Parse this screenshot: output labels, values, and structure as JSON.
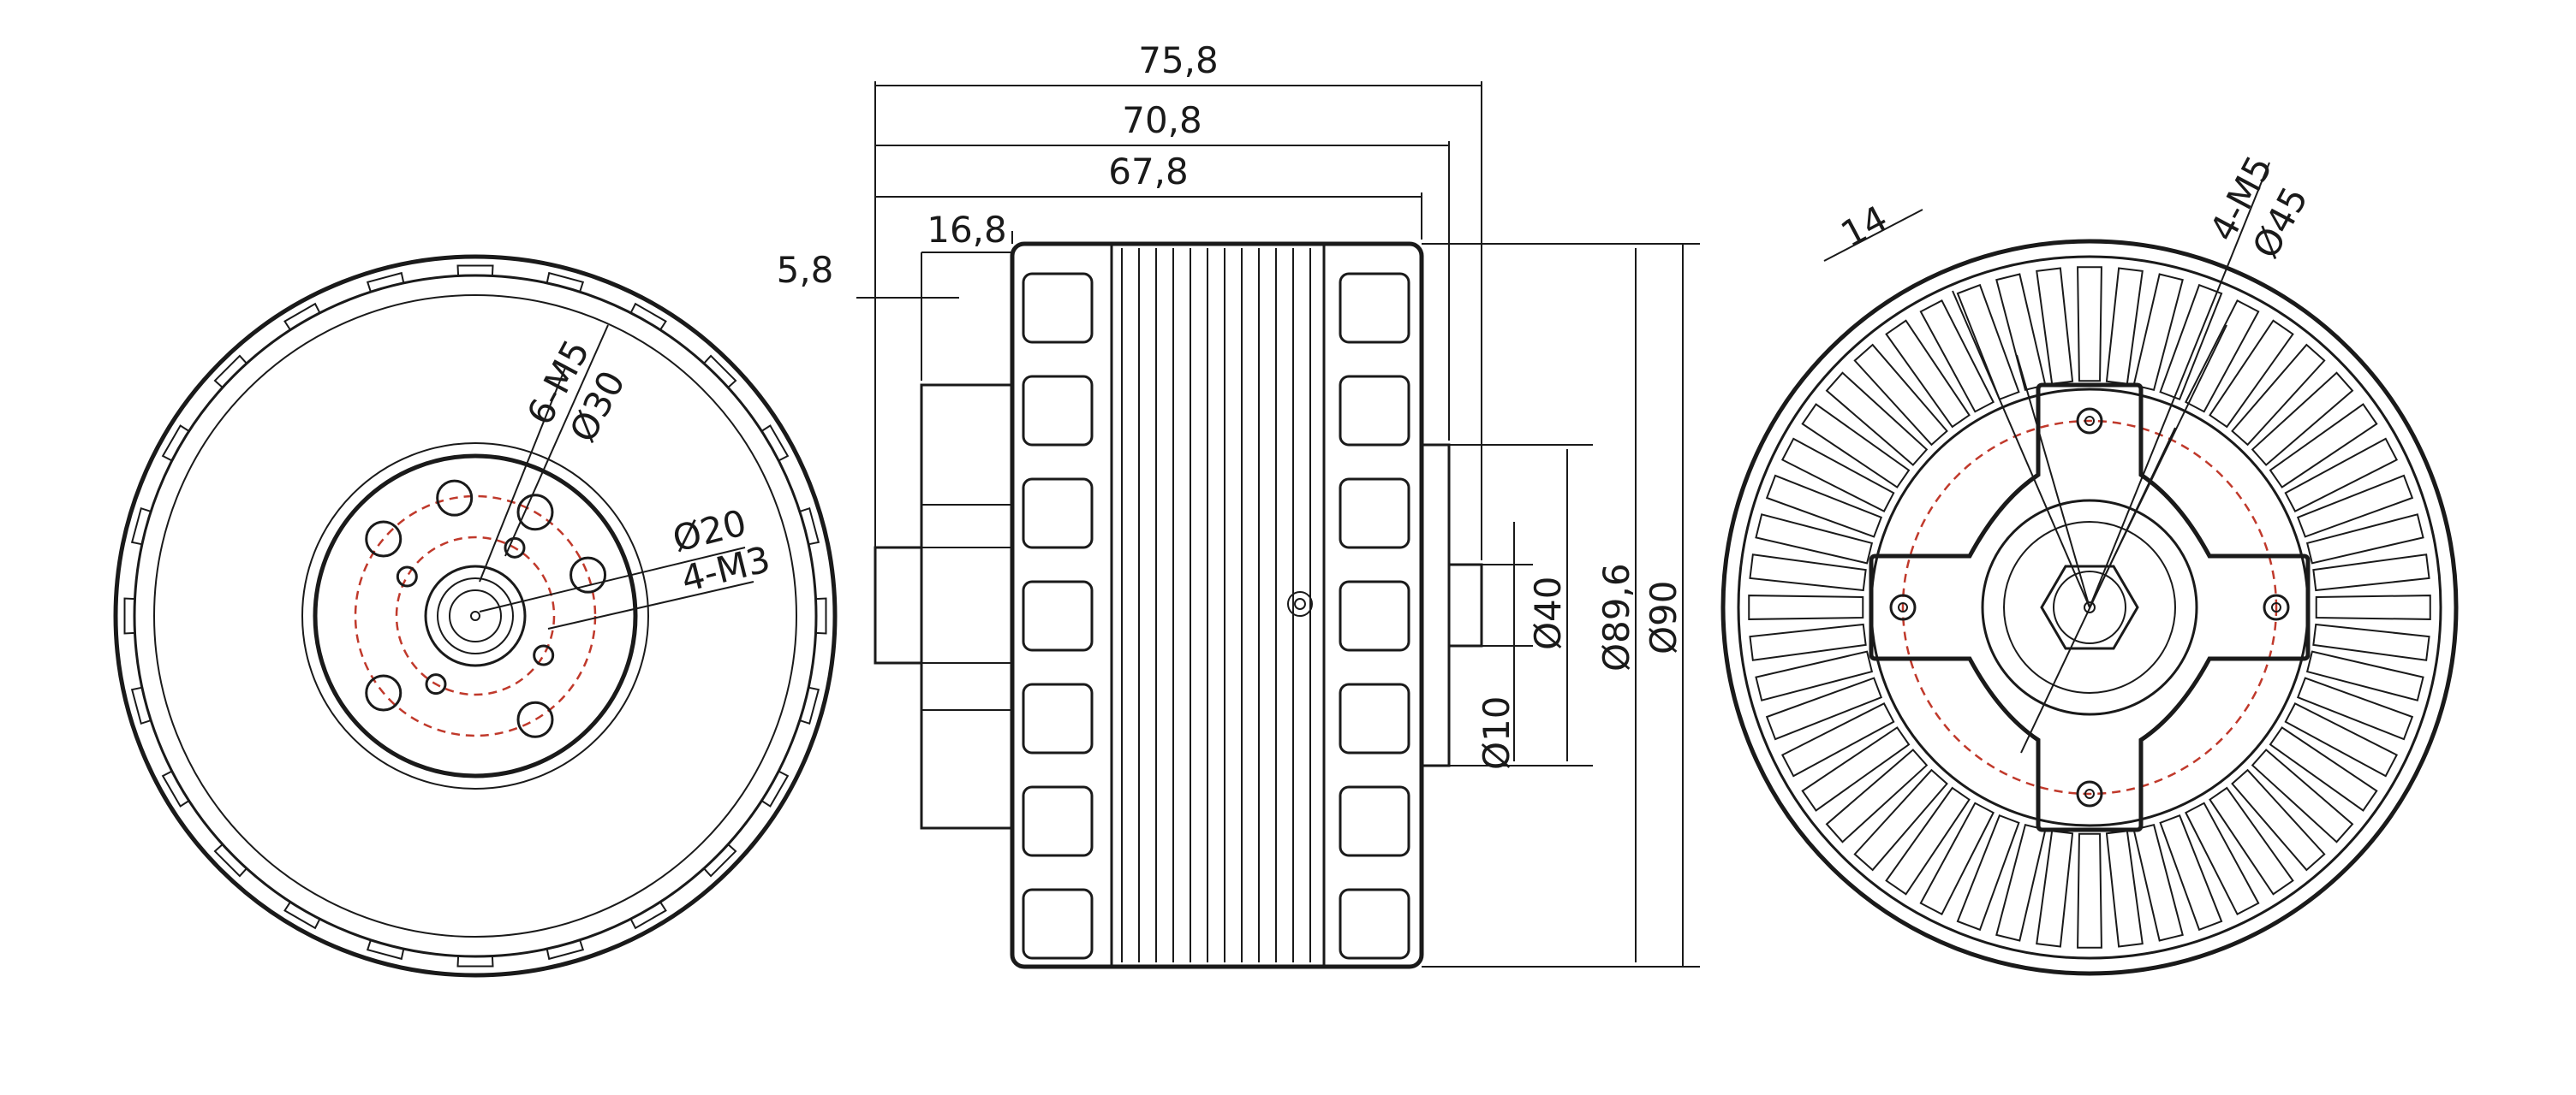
{
  "dimensions": {
    "front_view": {
      "hole_pattern_1": "6-M5",
      "circle_1": "Ø30",
      "circle_2": "Ø20",
      "hole_pattern_2": "4-M3"
    },
    "side_view": {
      "overall_length": "75,8",
      "length_2": "70,8",
      "length_3": "67,8",
      "base_length": "16,8",
      "shaft_step": "5,8",
      "shaft_diameter": "Ø10",
      "hub_diameter": "Ø40",
      "bell_diameter": "Ø89,6",
      "outer_diameter": "Ø90"
    },
    "rear_view": {
      "slot_width": "14",
      "hole_pattern": "4-M5",
      "circle": "Ø45"
    }
  },
  "colors": {
    "line": "#1a1a1a",
    "center_circle": "#c0392b"
  }
}
